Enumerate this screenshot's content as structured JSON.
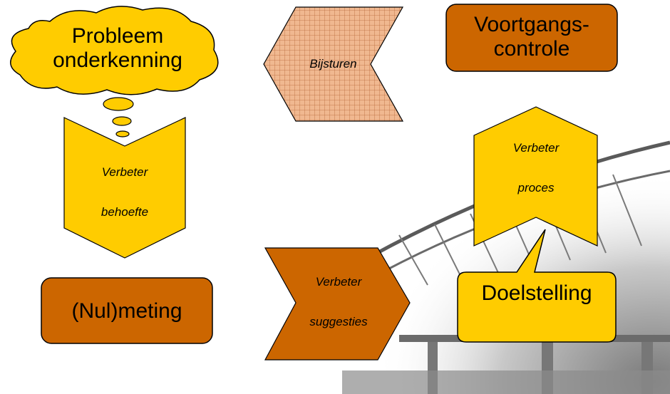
{
  "colors": {
    "yellow": "#ffcc00",
    "orange": "#cc6600",
    "peach": "#f0b890",
    "outline": "#000000",
    "bridge_gray": "#a8a8a8"
  },
  "nodes": {
    "probleem": {
      "line1": "Probleem",
      "line2": "onderkenning",
      "shape": "cloud"
    },
    "bijsturen": {
      "label": "Bijsturen",
      "shape": "chevron-left"
    },
    "voortgang": {
      "line1": "Voortgangs-",
      "line2": "controle",
      "shape": "rounded-rect"
    },
    "behoefte": {
      "line1": "Verbeter",
      "line2": "behoefte",
      "shape": "chevron-down"
    },
    "proces": {
      "line1": "Verbeter",
      "line2": "proces",
      "shape": "chevron-up"
    },
    "nulmeting": {
      "label": "(Nul)meting",
      "shape": "rounded-rect"
    },
    "suggesties": {
      "line1": "Verbeter",
      "line2": "suggesties",
      "shape": "chevron-right"
    },
    "doelstelling": {
      "label": "Doelstelling",
      "shape": "speech-callout"
    }
  },
  "cycle": [
    "probleem",
    "behoefte",
    "nulmeting",
    "suggesties",
    "doelstelling",
    "proces",
    "voortgang",
    "bijsturen"
  ]
}
